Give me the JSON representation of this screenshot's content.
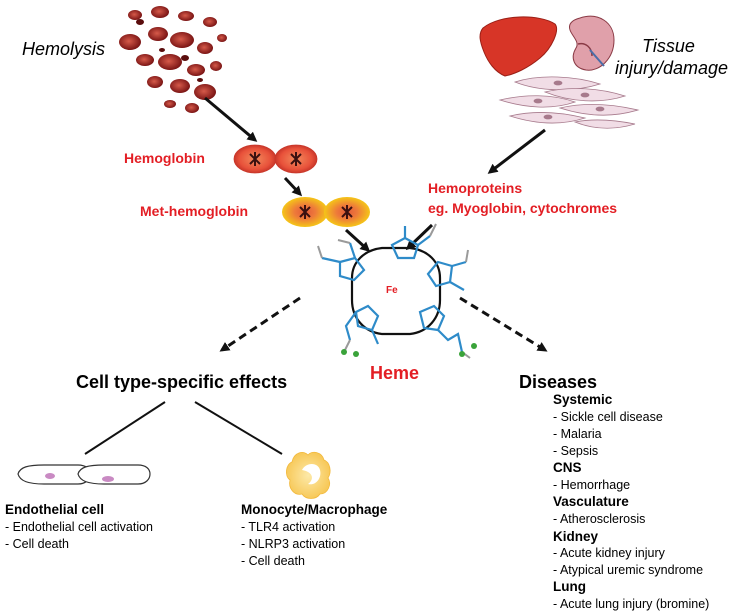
{
  "labels": {
    "hemolysis": "Hemolysis",
    "tissue_line1": "Tissue",
    "tissue_line2": "injury/damage",
    "hemoglobin": "Hemoglobin",
    "met_hemoglobin": "Met-hemoglobin",
    "hemoproteins_line1": "Hemoproteins",
    "hemoproteins_line2": "eg. Myoglobin, cytochromes",
    "heme": "Heme",
    "fe": "Fe",
    "cell_effects": "Cell type-specific effects",
    "diseases": "Diseases"
  },
  "endothelial": {
    "title": "Endothelial cell",
    "items": [
      "- Endothelial cell activation",
      "- Cell death"
    ]
  },
  "monocyte": {
    "title": "Monocyte/Macrophage",
    "items": [
      "- TLR4 activation",
      "- NLRP3 activation",
      "- Cell death"
    ]
  },
  "disease_groups": [
    {
      "title": "Systemic",
      "items": [
        "- Sickle cell disease",
        "- Malaria",
        "- Sepsis"
      ]
    },
    {
      "title": "CNS",
      "items": [
        "- Hemorrhage"
      ]
    },
    {
      "title": "Vasculature",
      "items": [
        "- Atherosclerosis"
      ]
    },
    {
      "title": "Kidney",
      "items": [
        "- Acute kidney injury",
        "- Atypical uremic syndrome"
      ]
    },
    {
      "title": "Lung",
      "items": [
        "- Acute lung injury (bromine)"
      ]
    }
  ],
  "colors": {
    "red_text": "#e31e24",
    "rbc_fill": "#e8513a",
    "blood_dark": "#8b1a1a",
    "met_yellow": "#f5c518",
    "heme_blue": "#2e8bc9",
    "heme_green": "#3aa33a"
  }
}
